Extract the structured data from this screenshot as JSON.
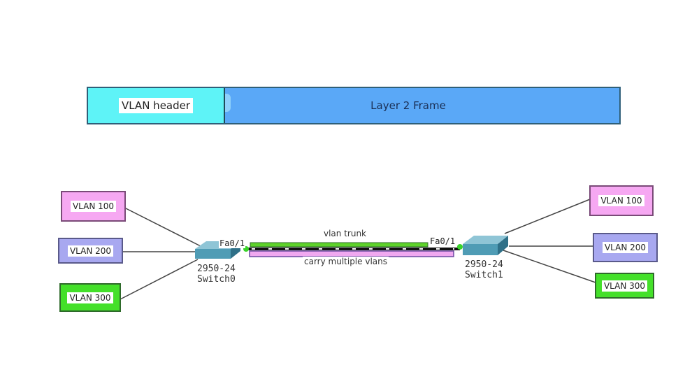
{
  "frame": {
    "header_label": "VLAN header",
    "body_label": "Layer 2 Frame",
    "colors": {
      "header": "#5ef3f7",
      "body": "#5aa8f7"
    }
  },
  "left_vlans": [
    {
      "label": "VLAN 100",
      "color": "#f6a8f2"
    },
    {
      "label": "VLAN 200",
      "color": "#a8a8f0"
    },
    {
      "label": "VLAN 300",
      "color": "#44e02a"
    }
  ],
  "right_vlans": [
    {
      "label": "VLAN 100",
      "color": "#f6a8f2"
    },
    {
      "label": "VLAN 200",
      "color": "#a8a8f0"
    },
    {
      "label": "VLAN 300",
      "color": "#44e02a"
    }
  ],
  "switches": [
    {
      "model": "2950-24",
      "name": "Switch0",
      "port": "Fa0/1"
    },
    {
      "model": "2950-24",
      "name": "Switch1",
      "port": "Fa0/1"
    }
  ],
  "trunk": {
    "top_label": "vlan trunk",
    "bottom_label": "carry multiple vlans",
    "colors": {
      "top": "#5ed32a",
      "bottom": "#f0a8f0",
      "border_bottom": "#6a4aa0"
    }
  }
}
